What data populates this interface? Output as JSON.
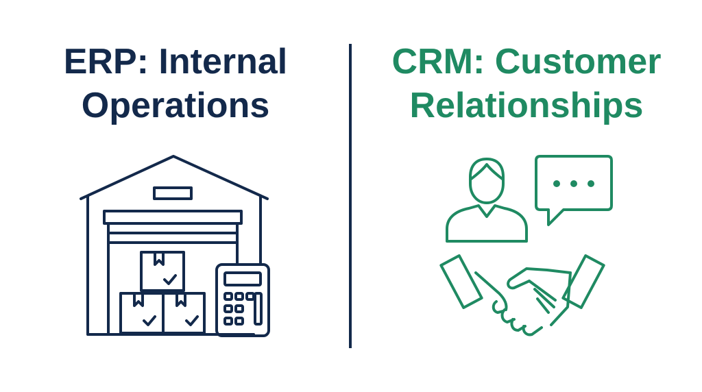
{
  "erp": {
    "title_line1": "ERP: Internal",
    "title_line2": "Operations",
    "color": "#13294b",
    "icons": [
      "warehouse-icon",
      "box-stack-icon",
      "calculator-icon"
    ]
  },
  "crm": {
    "title_line1": "CRM: Customer",
    "title_line2": "Relationships",
    "color": "#1f8a62",
    "icons": [
      "person-icon",
      "speech-bubble-icon",
      "handshake-icon"
    ]
  },
  "divider_color": "#13294b"
}
